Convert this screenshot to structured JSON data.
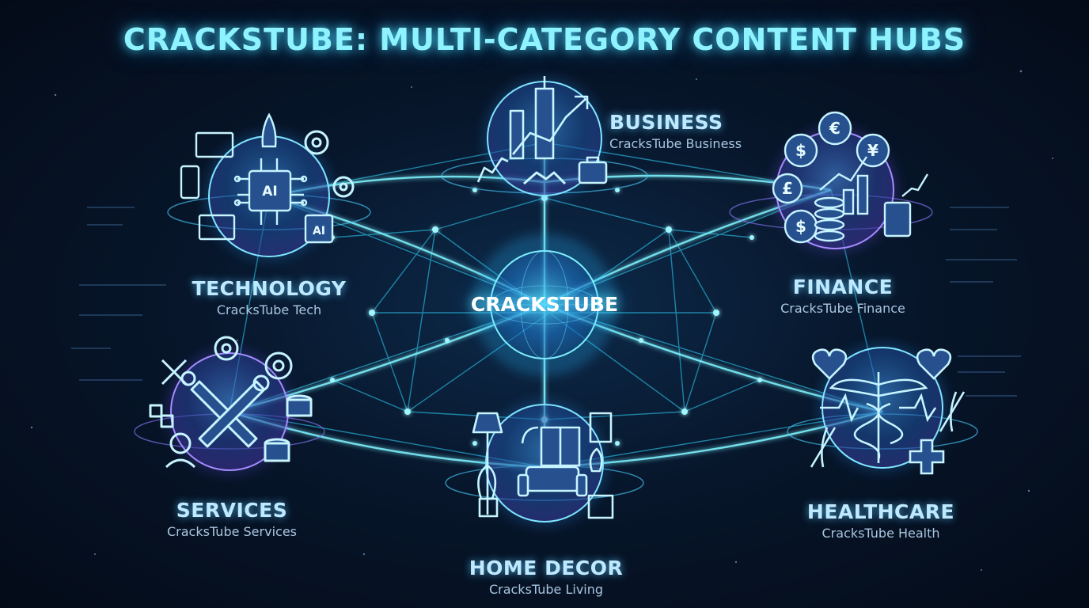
{
  "title": "CRACKSTUBE: MULTI-CATEGORY CONTENT HUBS",
  "center": {
    "name": "CRACKSTUBE"
  },
  "hubs": {
    "business": {
      "name": "BUSINESS",
      "sub": "CracksTube Business",
      "icon": "business-growth-icon"
    },
    "technology": {
      "name": "TECHNOLOGY",
      "sub": "CracksTube Tech",
      "icon": "ai-chip-icon"
    },
    "finance": {
      "name": "FINANCE",
      "sub": "CracksTube Finance",
      "icon": "finance-coins-icon"
    },
    "services": {
      "name": "SERVICES",
      "sub": "CracksTube Services",
      "icon": "tools-wrench-icon"
    },
    "healthcare": {
      "name": "HEALTHCARE",
      "sub": "CracksTube Health",
      "icon": "caduceus-icon"
    },
    "homedecor": {
      "name": "HOME DECOR",
      "sub": "CracksTube Living",
      "icon": "sofa-lamp-icon"
    }
  },
  "badges": {
    "ai": "AI",
    "euro": "€",
    "dollar": "$",
    "pound": "£",
    "yen": "¥"
  },
  "colors": {
    "accent": "#5fe6ff",
    "glow": "#2fb4ff",
    "violet": "#8a6cff",
    "background": "#050d1c"
  }
}
